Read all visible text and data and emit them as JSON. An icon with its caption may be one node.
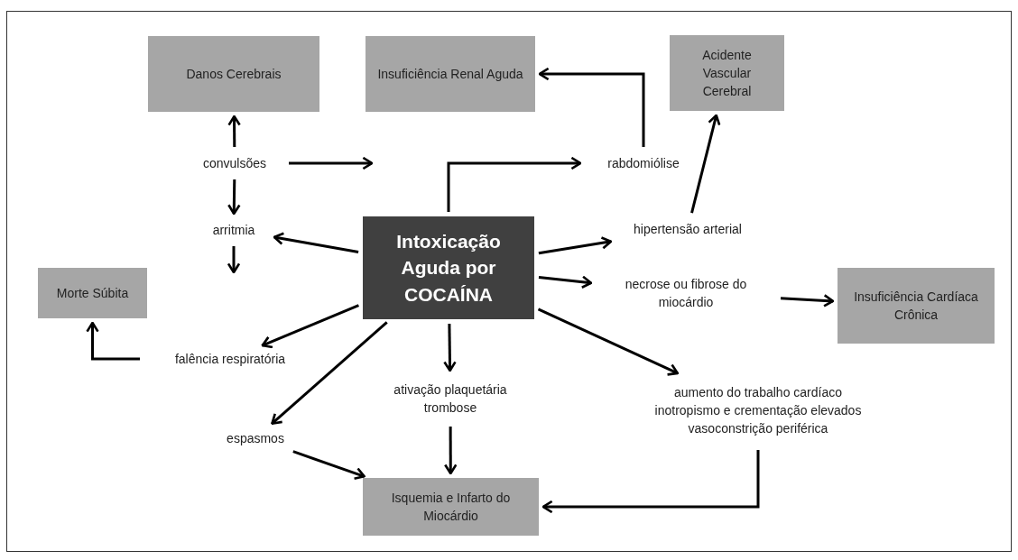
{
  "diagram": {
    "nodes": [
      {
        "text": [
          "Danos Cerebrais"
        ]
      },
      {
        "text": [
          "Insuficiência Renal Aguda"
        ]
      },
      {
        "text": [
          "Acidente Vascular Cerebral"
        ]
      },
      {
        "text": [
          "Morte Súbita"
        ]
      },
      {
        "text": [
          "Intoxicação Aguda por COCAÍNA"
        ]
      },
      {
        "text": [
          "Insuficiência Cardíaca Crônica"
        ]
      },
      {
        "text": [
          "Isquemia e Infarto do Miocárdio"
        ]
      },
      {
        "text": [
          "convulsões"
        ]
      },
      {
        "text": [
          "rabdomiólise"
        ]
      },
      {
        "text": [
          "arritmia"
        ]
      },
      {
        "text": [
          "hipertensão arterial"
        ]
      },
      {
        "text": [
          "necrose ou fibrose do miocárdio"
        ]
      },
      {
        "text": [
          "falência respiratória"
        ]
      },
      {
        "text": [
          "ativação plaquetária",
          "trombose"
        ]
      },
      {
        "text": [
          "espasmos"
        ]
      },
      {
        "text": [
          "aumento do trabalho cardíaco",
          "inotropismo e crementação elevados",
          "vasoconstrição periférica"
        ]
      }
    ],
    "edges": [
      {
        "from": 7,
        "to": 0,
        "arrow": "to"
      },
      {
        "from": 7,
        "to": 9,
        "arrow": "to"
      },
      {
        "from": 7,
        "to": null,
        "arrow": "to"
      },
      {
        "from": 9,
        "to": null,
        "arrow": "to"
      },
      {
        "from": 4,
        "to": 9,
        "arrow": "to"
      },
      {
        "from": 4,
        "to": 8,
        "arrow": "to"
      },
      {
        "from": 8,
        "to": 1,
        "arrow": "to"
      },
      {
        "from": 4,
        "to": 10,
        "arrow": "to"
      },
      {
        "from": 10,
        "to": 2,
        "arrow": "to"
      },
      {
        "from": 4,
        "to": 11,
        "arrow": "to"
      },
      {
        "from": 11,
        "to": 5,
        "arrow": "to"
      },
      {
        "from": 4,
        "to": 12,
        "arrow": "to"
      },
      {
        "from": 12,
        "to": 3,
        "arrow": "to"
      },
      {
        "from": 4,
        "to": 14,
        "arrow": "to"
      },
      {
        "from": 4,
        "to": 13,
        "arrow": "to"
      },
      {
        "from": 13,
        "to": 6,
        "arrow": "to"
      },
      {
        "from": 14,
        "to": 6,
        "arrow": "to"
      },
      {
        "from": 4,
        "to": 15,
        "arrow": "to"
      },
      {
        "from": 15,
        "to": 6,
        "arrow": "to"
      }
    ]
  }
}
